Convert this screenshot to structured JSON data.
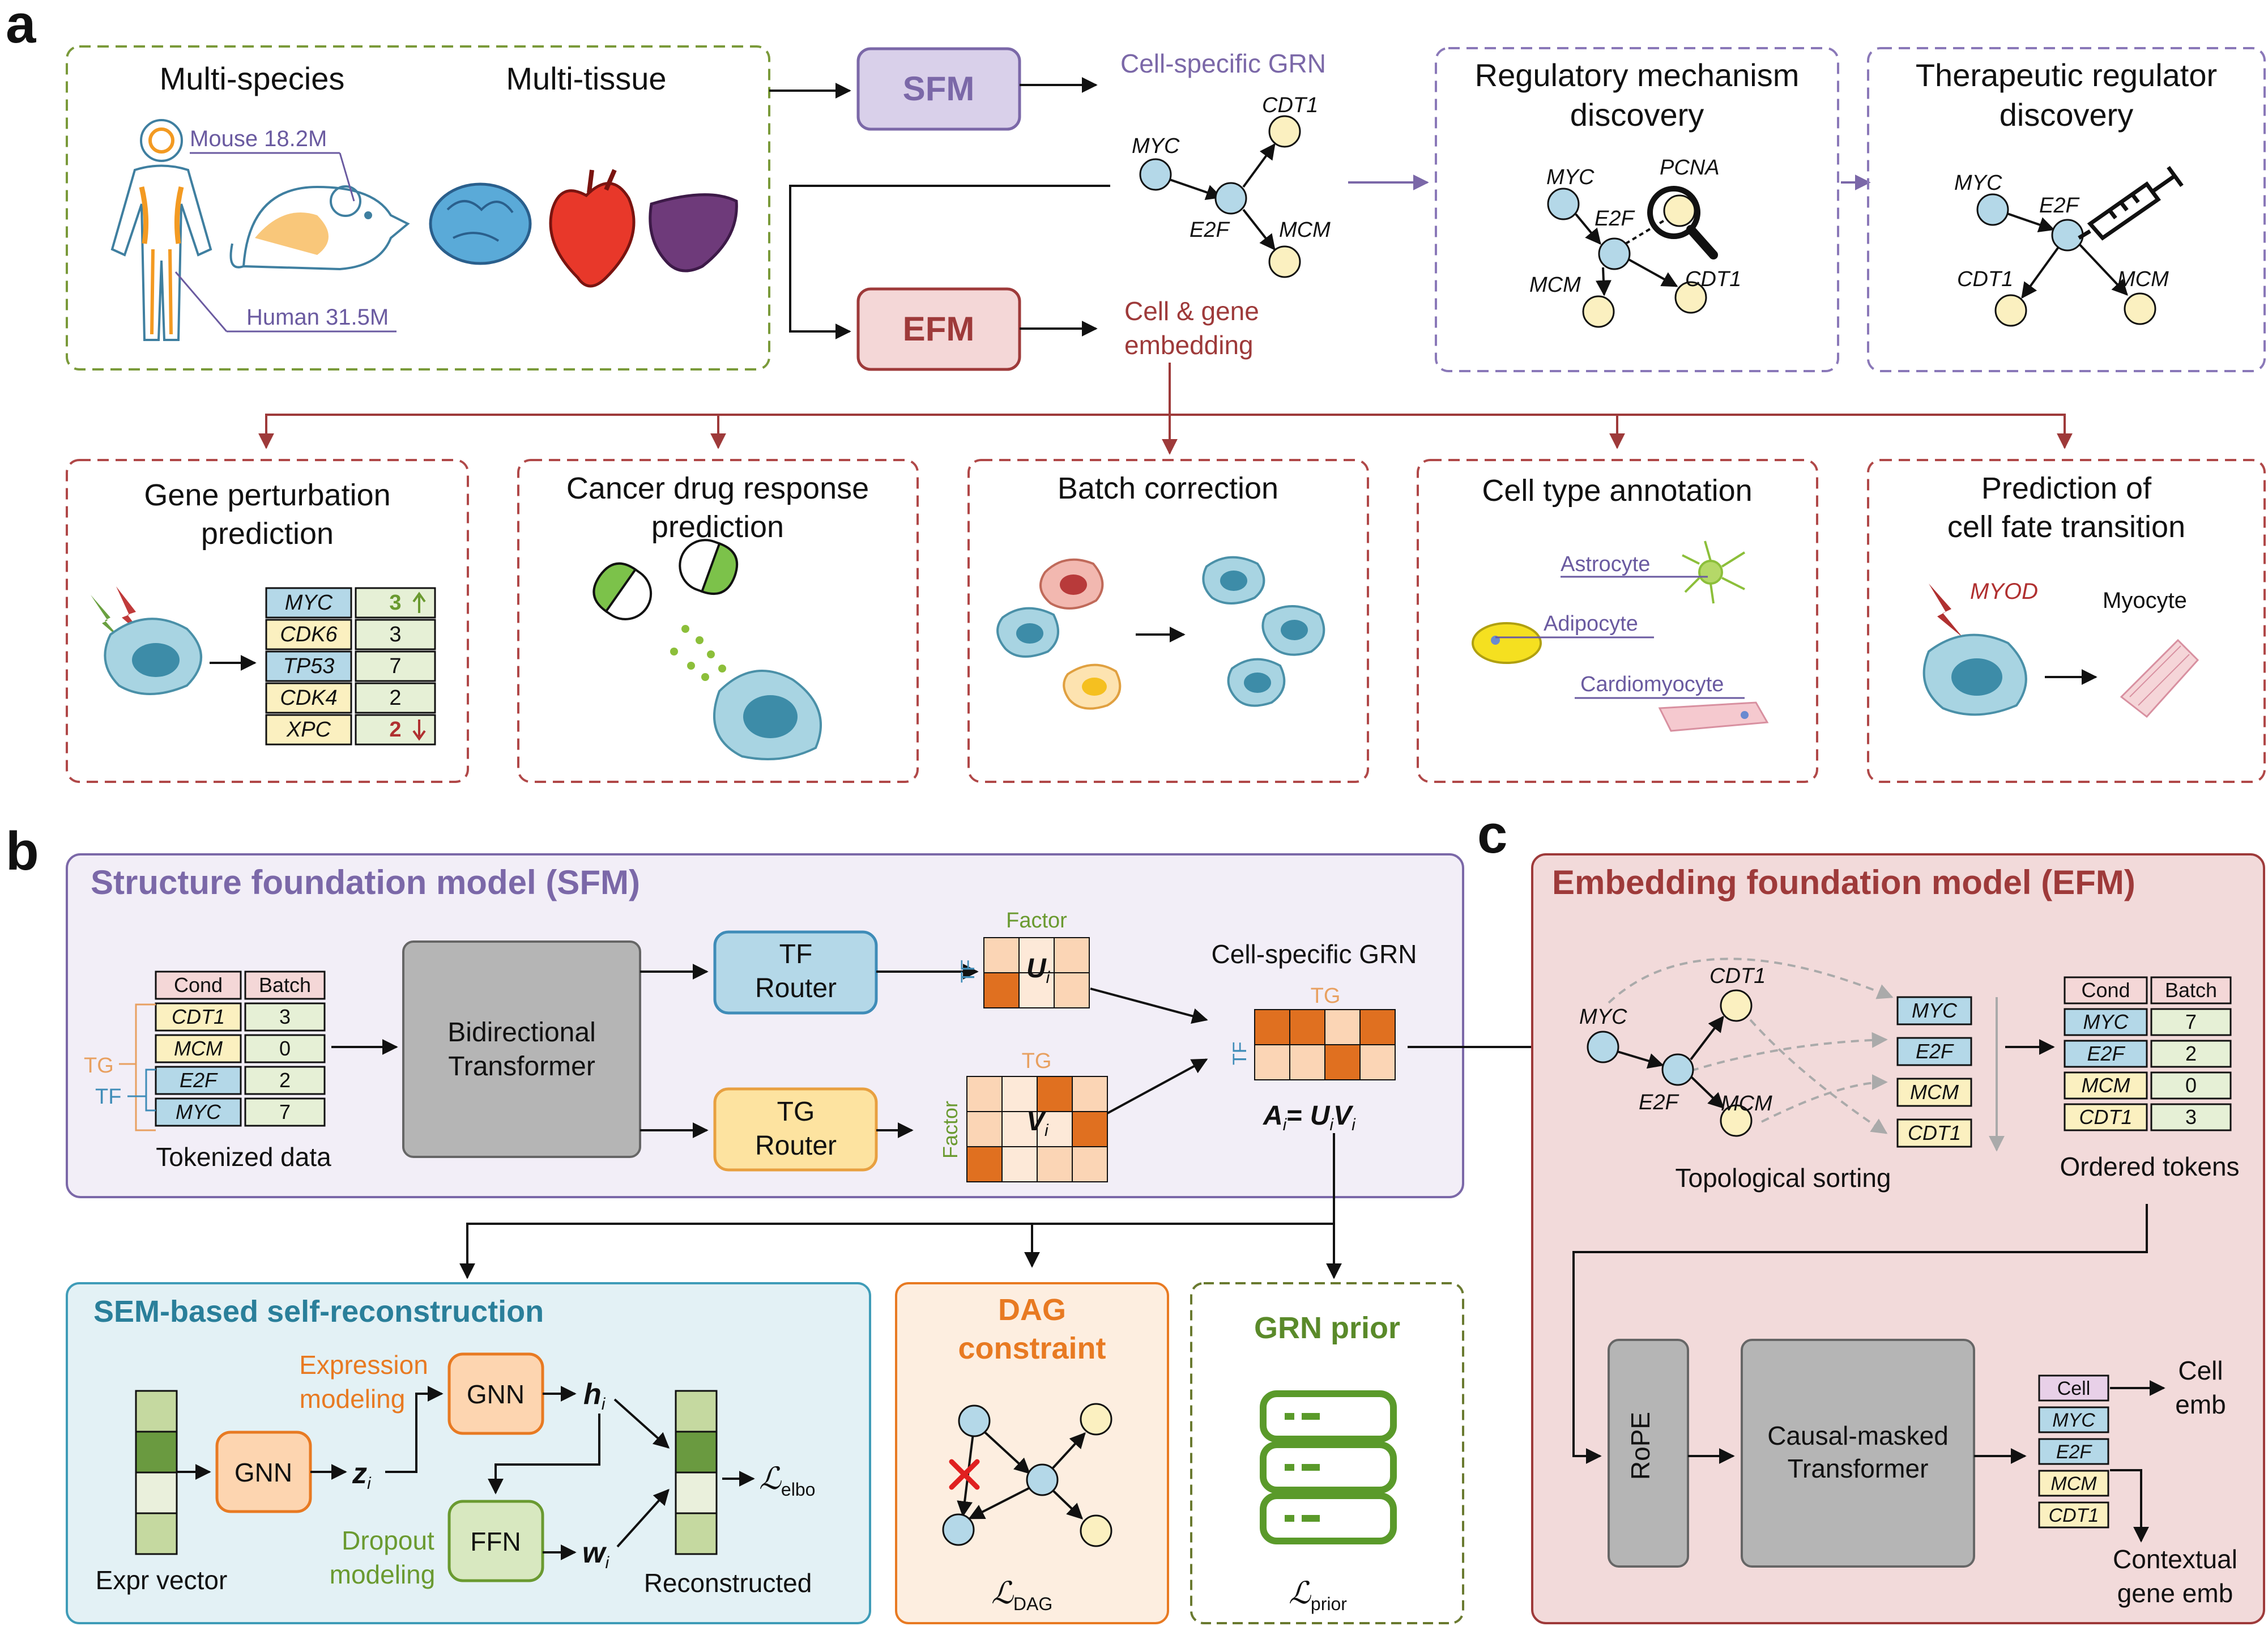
{
  "colors": {
    "green_border": "#7a9a3a",
    "purple": "#7b68a8",
    "purple_fill": "#d9d0ea",
    "red": "#9e3a3a",
    "red_fill": "#f4d7d7",
    "red_dash": "#b04848",
    "cyan_border": "#3f9cb8",
    "cyan_fill": "#e3f1f5",
    "orange": "#e87a22",
    "orange_fill": "#fdeee0",
    "ef_fill": "#f2dada",
    "node_blue": "#b4d8e8",
    "node_yellow": "#fbf0c0",
    "matrix_dark": "#e07020",
    "matrix_light": "#fbd5b5"
  },
  "panels": {
    "a_label": "a",
    "b_label": "b",
    "c_label": "c"
  },
  "panel_a": {
    "multi_species": "Multi-species",
    "multi_tissue": "Multi-tissue",
    "mouse": "Mouse 18.2M",
    "human": "Human 31.5M",
    "sfm": "SFM",
    "efm": "EFM",
    "cell_specific_grn": "Cell-specific GRN",
    "cell_gene_emb_1": "Cell & gene",
    "cell_gene_emb_2": "embedding",
    "reg_mech_1": "Regulatory mechanism",
    "reg_mech_2": "discovery",
    "ther_reg_1": "Therapeutic regulator",
    "ther_reg_2": "discovery",
    "genes": {
      "myc": "MYC",
      "cdt1": "CDT1",
      "e2f": "E2F",
      "mcm": "MCM",
      "pcna": "PCNA"
    },
    "tasks": [
      {
        "l1": "Gene perturbation",
        "l2": "prediction"
      },
      {
        "l1": "Cancer drug response",
        "l2": "prediction"
      },
      {
        "l1": "Batch correction",
        "l2": ""
      },
      {
        "l1": "Cell type annotation",
        "l2": ""
      },
      {
        "l1": "Prediction of",
        "l2": "cell fate transition"
      }
    ],
    "perturb_table": [
      {
        "gene": "MYC",
        "val": "3",
        "dir": "up"
      },
      {
        "gene": "CDK6",
        "val": "3",
        "dir": ""
      },
      {
        "gene": "TP53",
        "val": "7",
        "dir": ""
      },
      {
        "gene": "CDK4",
        "val": "2",
        "dir": ""
      },
      {
        "gene": "XPC",
        "val": "2",
        "dir": "down"
      }
    ],
    "cell_types": {
      "astrocyte": "Astrocyte",
      "adipocyte": "Adipocyte",
      "cardiomyocyte": "Cardiomyocyte"
    },
    "myod": "MYOD",
    "myocyte": "Myocyte"
  },
  "panel_b": {
    "title": "Structure foundation model (SFM)",
    "cond": "Cond",
    "batch": "Batch",
    "tokens": [
      {
        "gene": "CDT1",
        "val": "3"
      },
      {
        "gene": "MCM",
        "val": "0"
      },
      {
        "gene": "E2F",
        "val": "2"
      },
      {
        "gene": "MYC",
        "val": "7"
      }
    ],
    "tg": "TG",
    "tf": "TF",
    "tokenized": "Tokenized data",
    "bidir_1": "Bidirectional",
    "bidir_2": "Transformer",
    "tf_router_1": "TF",
    "tf_router_2": "Router",
    "tg_router_1": "TG",
    "tg_router_2": "Router",
    "factor": "Factor",
    "u_sym": "U",
    "v_sym": "V",
    "sub_i": "i",
    "cell_grn": "Cell-specific GRN",
    "a_eq_lhs": "A",
    "a_eq_mid": "= ",
    "sem_title": "SEM-based self-reconstruction",
    "expr_modeling_1": "Expression",
    "expr_modeling_2": "modeling",
    "dropout_modeling_1": "Dropout",
    "dropout_modeling_2": "modeling",
    "gnn": "GNN",
    "ffn": "FFN",
    "z_sym": "z",
    "h_sym": "h",
    "w_sym": "w",
    "l_sym": "ℒ",
    "elbo": "elbo",
    "expr_vector": "Expr vector",
    "reconstructed": "Reconstructed",
    "dag_1": "DAG",
    "dag_2": "constraint",
    "dag_sub": "DAG",
    "grn_prior": "GRN prior",
    "prior_sub": "prior"
  },
  "panel_c": {
    "title": "Embedding foundation model (EFM)",
    "topo_sorting": "Topological sorting",
    "ordered_tokens": "Ordered tokens",
    "ordered": [
      {
        "gene": "MYC",
        "val": "7"
      },
      {
        "gene": "E2F",
        "val": "2"
      },
      {
        "gene": "MCM",
        "val": "0"
      },
      {
        "gene": "CDT1",
        "val": "3"
      }
    ],
    "sort_list": [
      "MYC",
      "E2F",
      "MCM",
      "CDT1"
    ],
    "rope": "RoPE",
    "causal_1": "Causal-masked",
    "causal_2": "Transformer",
    "cell": "Cell",
    "cell_emb_1": "Cell",
    "cell_emb_2": "emb",
    "ctx_1": "Contextual",
    "ctx_2": "gene emb"
  }
}
